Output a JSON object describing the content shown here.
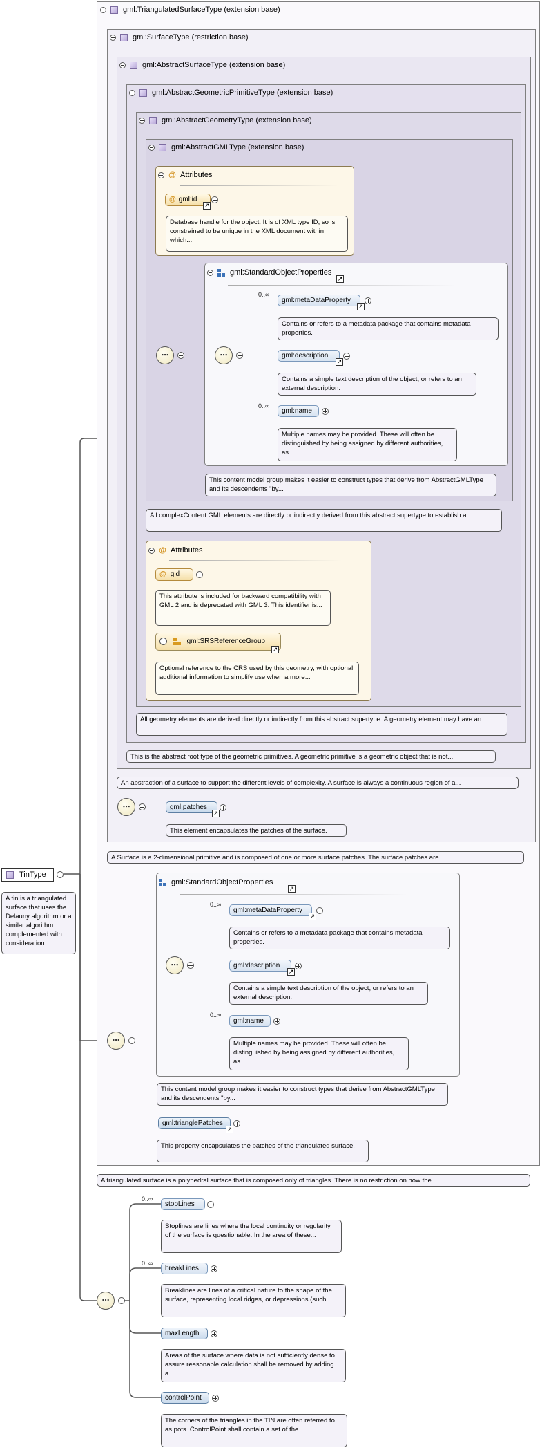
{
  "root": {
    "name": "TinType",
    "note": "A tin is a triangulated surface that uses the Delauny algorithm or a similar algorithm complemented with consideration..."
  },
  "types": {
    "triangulated": {
      "label": "gml:TriangulatedSurfaceType (extension base)",
      "note": "A triangulated surface is a polyhedral surface that is composed only of triangles. There is no restriction on how the..."
    },
    "surface": {
      "label": "gml:SurfaceType (restriction base)",
      "note": "A Surface is a 2-dimensional primitive and is composed of one or more surface patches. The surface patches are..."
    },
    "abstractSurface": {
      "label": "gml:AbstractSurfaceType (extension base)",
      "note": "An abstraction of a surface to support the different levels of complexity. A surface is always a continuous region of a..."
    },
    "abstractGeomPrim": {
      "label": "gml:AbstractGeometricPrimitiveType (extension base)",
      "note": "This is the abstract root type of the geometric primitives. A geometric primitive is a geometric object that is not..."
    },
    "abstractGeometry": {
      "label": "gml:AbstractGeometryType (extension base)",
      "note": "All geometry elements are derived directly or indirectly from this abstract supertype. A geometry element may have an..."
    },
    "abstractGML": {
      "label": "gml:AbstractGMLType (extension base)",
      "note": "All complexContent GML elements are directly or indirectly derived from this abstract supertype to establish a..."
    }
  },
  "attrs1": {
    "title": "Attributes",
    "id": {
      "name": "gml:id",
      "note": "Database handle for the object. It is of XML type ID, so is constrained to be unique in the XML document within which..."
    }
  },
  "sop1": {
    "title": "gml:StandardObjectProperties",
    "note": "This content model group makes it easier to construct types that derive from AbstractGMLType and its descendents \"by...",
    "metaDataProperty": {
      "name": "gml:metaDataProperty",
      "mult": "0..∞",
      "note": "Contains or refers to a metadata package that contains metadata properties."
    },
    "description": {
      "name": "gml:description",
      "note": "Contains a simple text description of the object, or refers to an external description."
    },
    "name": {
      "name": "gml:name",
      "mult": "0..∞",
      "note": "Multiple names may be provided. These will often be distinguished by being assigned by different authorities, as..."
    }
  },
  "attrs2": {
    "title": "Attributes",
    "gid": {
      "name": "gid",
      "note": "This attribute is included for backward compatibility with GML 2 and is deprecated with GML 3. This identifier is..."
    },
    "srs": {
      "name": "gml:SRSReferenceGroup",
      "note": "Optional reference to the CRS used by this geometry, with optional additional information to simplify use when a more..."
    }
  },
  "patches": {
    "name": "gml:patches",
    "note": "This element encapsulates the patches of the surface."
  },
  "sop2": {
    "title": "gml:StandardObjectProperties",
    "note": "This content model group makes it easier to construct types that derive from AbstractGMLType and its descendents \"by...",
    "metaDataProperty": {
      "name": "gml:metaDataProperty",
      "mult": "0..∞",
      "note": "Contains or refers to a metadata package that contains metadata properties."
    },
    "description": {
      "name": "gml:description",
      "note": "Contains a simple text description of the object, or refers to an external description."
    },
    "name": {
      "name": "gml:name",
      "mult": "0..∞",
      "note": "Multiple names may be provided. These will often be distinguished by being assigned by different authorities, as..."
    }
  },
  "trianglePatches": {
    "name": "gml:trianglePatches",
    "note": "This property encapsulates the patches of the triangulated surface."
  },
  "tin": {
    "stopLines": {
      "name": "stopLines",
      "mult": "0..∞",
      "note": "Stoplines are lines where the local continuity or regularity of the surface is questionable. In the area of these..."
    },
    "breakLines": {
      "name": "breakLines",
      "mult": "0..∞",
      "note": "Breaklines are lines of a critical nature to the shape of the surface, representing local ridges, or depressions (such..."
    },
    "maxLength": {
      "name": "maxLength",
      "note": "Areas of the surface where data is not sufficiently dense to assure reasonable calculation shall be removed by adding a..."
    },
    "controlPoint": {
      "name": "controlPoint",
      "note": "The corners of the triangles in the TIN are often referred to as pots. ControlPoint shall contain a set of the..."
    }
  },
  "icons": {
    "sequence": "sequence-icon",
    "collapse": "collapse-icon",
    "expand": "expand-icon",
    "reference": "reference-arrow-icon",
    "type": "complex-type-icon",
    "attribute": "attribute-icon",
    "group": "group-icon"
  },
  "colors": {
    "element_fill": "#c8d9ec",
    "attribute_fill": "#f5dfa8",
    "annotation_fill": "#f4f2f9",
    "border": "#7f7f7f"
  }
}
